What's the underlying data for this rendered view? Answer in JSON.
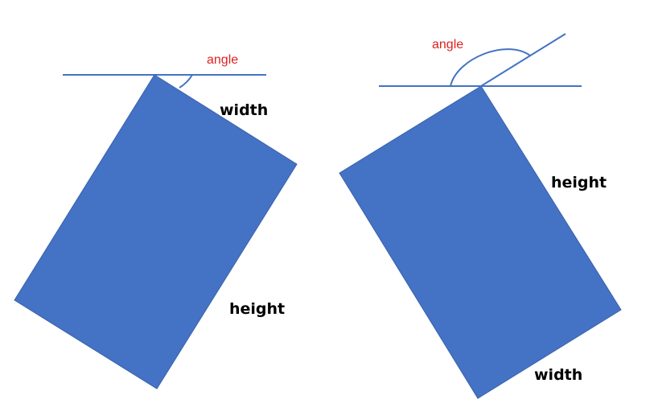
{
  "colors": {
    "rect_fill": "#4472C4",
    "line": "#4472C4",
    "angle_label": "#E02020",
    "dim_label": "#000000",
    "background": "#FFFFFF"
  },
  "left_diagram": {
    "angle_label": "angle",
    "width_label": "width",
    "height_label": "height"
  },
  "right_diagram": {
    "angle_label": "angle",
    "width_label": "width",
    "height_label": "height"
  }
}
